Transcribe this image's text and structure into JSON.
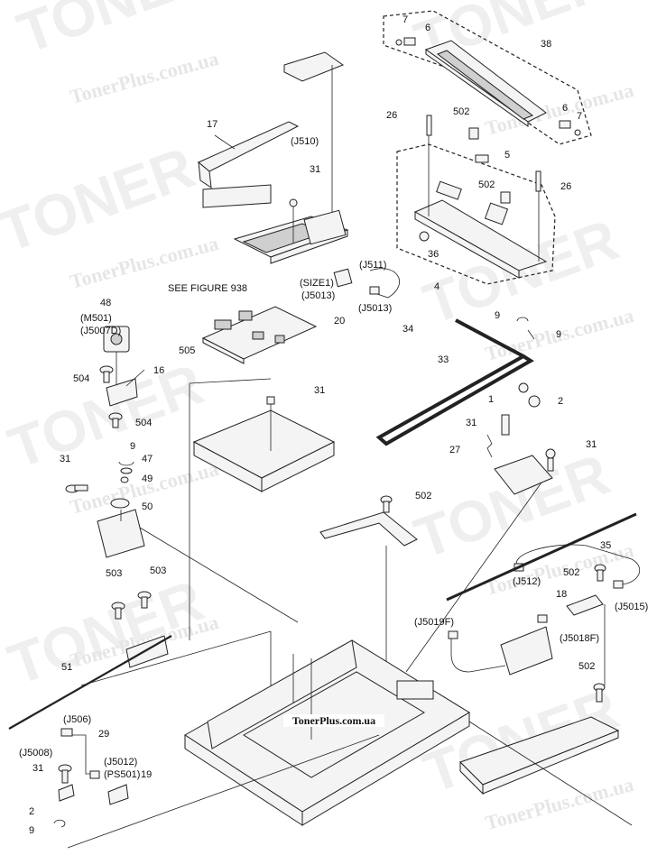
{
  "watermarks": {
    "brand": "TONER",
    "site": "TonerPlus.com.ua"
  },
  "banner": "TonerPlus.com.ua",
  "callouts": {
    "c17": "17",
    "j510": "(J510)",
    "c31a": "31",
    "c38": "38",
    "c7a": "7",
    "c6a": "6",
    "c26a": "26",
    "c502a": "502",
    "c6b": "6",
    "c7b": "7",
    "c5": "5",
    "c502b": "502",
    "c26b": "26",
    "c36": "36",
    "c4": "4",
    "see_figure": "SEE FIGURE 938",
    "j511": "(J511)",
    "size1": "(SIZE1)",
    "j5013a": "(J5013)",
    "j5013b": "(J5013)",
    "c20": "20",
    "c34": "34",
    "c48": "48",
    "m501": "(M501)",
    "j5007d": "(J5007D)",
    "c505": "505",
    "c504a": "504",
    "c16": "16",
    "c504b": "504",
    "c9a": "9",
    "c9b": "9",
    "c33": "33",
    "c1": "1",
    "c2a": "2",
    "c31b": "31",
    "c31c": "31",
    "c27": "27",
    "c31d": "31",
    "c31e": "31",
    "c9c": "9",
    "c47": "47",
    "c49": "49",
    "c50": "50",
    "c502c": "502",
    "c35": "35",
    "j512": "(J512)",
    "c502d": "502",
    "c18": "18",
    "j5015": "(J5015)",
    "j5019f": "(J5019F)",
    "j5018f": "(J5018F)",
    "c503a": "503",
    "c503b": "503",
    "c51": "51",
    "c502e": "502",
    "j506": "(J506)",
    "c29": "29",
    "j5008": "(J5008)",
    "j5012": "(J5012)",
    "ps501": "(PS501)",
    "c31f": "31",
    "c19": "19",
    "c2b": "2",
    "c9d": "9"
  }
}
